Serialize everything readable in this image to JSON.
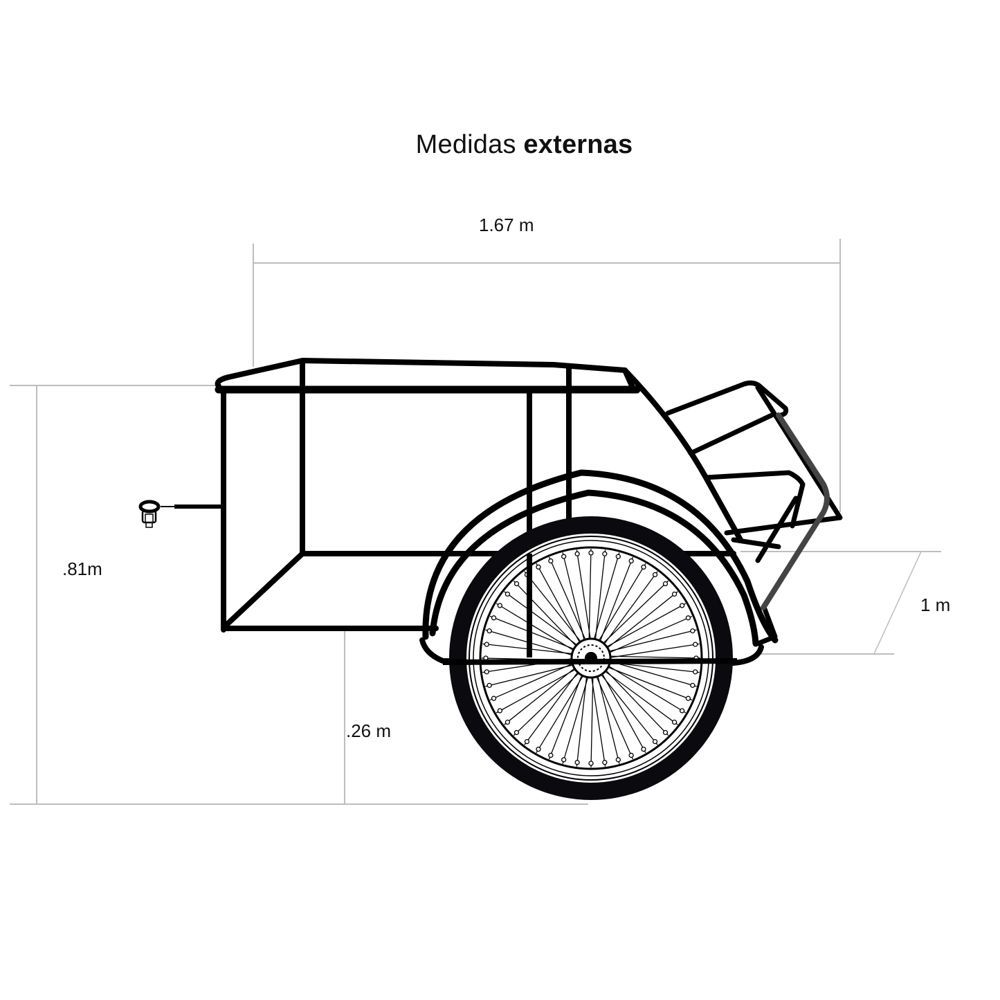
{
  "title": {
    "regular": "Medidas ",
    "bold": "externas"
  },
  "dimensions": {
    "length": "1.67 m",
    "height": ".81m",
    "ground_clearance": ".26 m",
    "width": "1 m"
  },
  "colors": {
    "stroke": "#000000",
    "guide_line": "#bdbdbd",
    "handle": "#444444",
    "background": "#ffffff"
  },
  "drawing": {
    "subject": "bicycle cargo trailer side view",
    "parts": [
      "cargo-box-frame",
      "hitch-coupler",
      "wheel",
      "fender",
      "rear-rack",
      "rear-handle"
    ]
  }
}
